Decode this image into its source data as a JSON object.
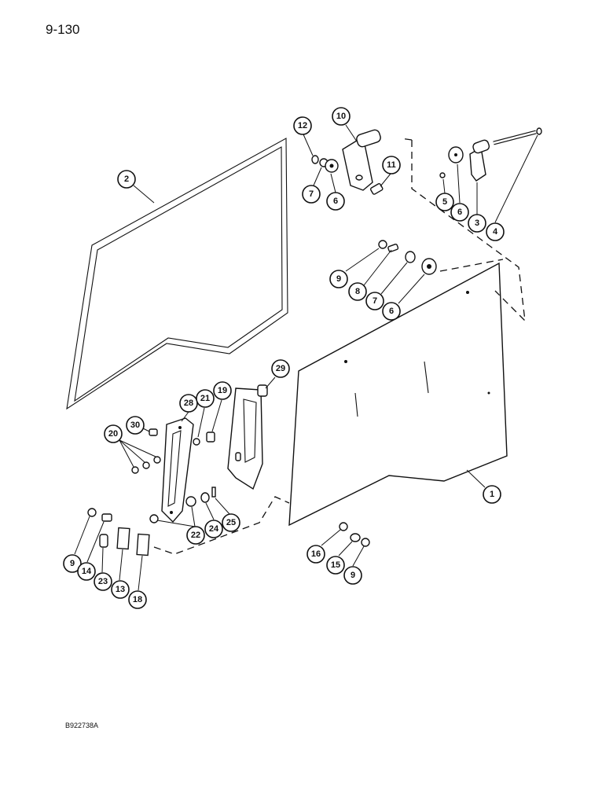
{
  "page_number": "9-130",
  "figure_code": "B922738A",
  "callouts": [
    {
      "id": "c2",
      "label": "2"
    },
    {
      "id": "c12",
      "label": "12"
    },
    {
      "id": "c10",
      "label": "10"
    },
    {
      "id": "c11",
      "label": "11"
    },
    {
      "id": "c7a",
      "label": "7"
    },
    {
      "id": "c6a",
      "label": "6"
    },
    {
      "id": "c5",
      "label": "5"
    },
    {
      "id": "c6b",
      "label": "6"
    },
    {
      "id": "c3",
      "label": "3"
    },
    {
      "id": "c4",
      "label": "4"
    },
    {
      "id": "c9a",
      "label": "9"
    },
    {
      "id": "c8",
      "label": "8"
    },
    {
      "id": "c7b",
      "label": "7"
    },
    {
      "id": "c6c",
      "label": "6"
    },
    {
      "id": "c29",
      "label": "29"
    },
    {
      "id": "c28",
      "label": "28"
    },
    {
      "id": "c21",
      "label": "21"
    },
    {
      "id": "c19",
      "label": "19"
    },
    {
      "id": "c30",
      "label": "30"
    },
    {
      "id": "c20",
      "label": "20"
    },
    {
      "id": "c1",
      "label": "1"
    },
    {
      "id": "c22",
      "label": "22"
    },
    {
      "id": "c24",
      "label": "24"
    },
    {
      "id": "c25",
      "label": "25"
    },
    {
      "id": "c9b",
      "label": "9"
    },
    {
      "id": "c14",
      "label": "14"
    },
    {
      "id": "c23",
      "label": "23"
    },
    {
      "id": "c13",
      "label": "13"
    },
    {
      "id": "c18",
      "label": "18"
    },
    {
      "id": "c16",
      "label": "16"
    },
    {
      "id": "c15",
      "label": "15"
    },
    {
      "id": "c9c",
      "label": "9"
    }
  ]
}
